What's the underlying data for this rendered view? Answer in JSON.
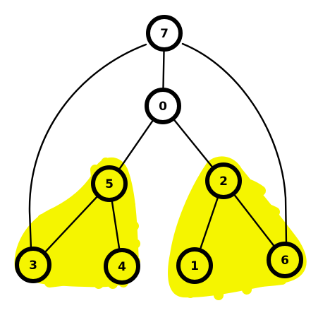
{
  "colors": {
    "highlight": "#f5f500",
    "node_fill_plain": "#ffffff",
    "node_fill_highlight": "#f5f500",
    "stroke": "#000000"
  },
  "nodes": [
    {
      "id": "7",
      "label": "7",
      "highlighted": false
    },
    {
      "id": "0",
      "label": "0",
      "highlighted": false
    },
    {
      "id": "5",
      "label": "5",
      "highlighted": true
    },
    {
      "id": "2",
      "label": "2",
      "highlighted": true
    },
    {
      "id": "3",
      "label": "3",
      "highlighted": true
    },
    {
      "id": "4",
      "label": "4",
      "highlighted": true
    },
    {
      "id": "1",
      "label": "1",
      "highlighted": true
    },
    {
      "id": "6",
      "label": "6",
      "highlighted": true
    }
  ],
  "edges": [
    {
      "from": "7",
      "to": "0"
    },
    {
      "from": "7",
      "to": "3"
    },
    {
      "from": "7",
      "to": "6"
    },
    {
      "from": "0",
      "to": "5"
    },
    {
      "from": "0",
      "to": "2"
    },
    {
      "from": "5",
      "to": "3"
    },
    {
      "from": "5",
      "to": "4"
    },
    {
      "from": "2",
      "to": "1"
    },
    {
      "from": "2",
      "to": "6"
    }
  ],
  "highlighted_groups": [
    {
      "name": "group-5",
      "members": [
        "5",
        "3",
        "4"
      ]
    },
    {
      "name": "group-2",
      "members": [
        "2",
        "1",
        "6"
      ]
    }
  ]
}
